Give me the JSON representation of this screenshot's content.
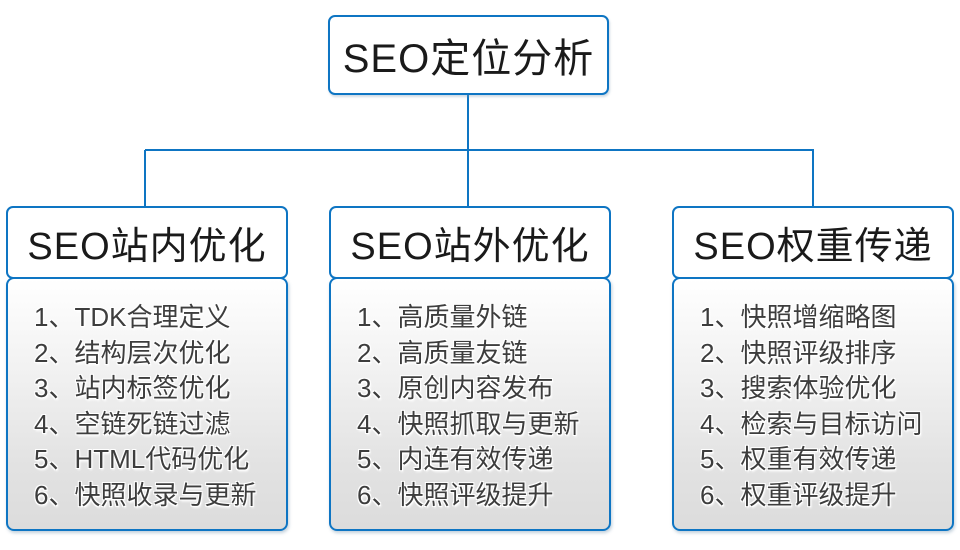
{
  "diagram": {
    "title": "SEO定位分析",
    "colors": {
      "border_blue": "#0e75c3",
      "connector_blue": "#0e75c3",
      "list_gradient_top": "#ffffff",
      "list_gradient_bottom": "#dcdcdc",
      "header_text": "#1a1a1a",
      "list_text": "#3d3d3d"
    },
    "root": {
      "label": "SEO定位分析"
    },
    "columns": [
      {
        "title": "SEO站内优化",
        "items": [
          "1、TDK合理定义",
          "2、结构层次优化",
          "3、站内标签优化",
          "4、空链死链过滤",
          "5、HTML代码优化",
          "6、快照收录与更新"
        ]
      },
      {
        "title": "SEO站外优化",
        "items": [
          "1、高质量外链",
          "2、高质量友链",
          "3、原创内容发布",
          "4、快照抓取与更新",
          "5、内连有效传递",
          "6、快照评级提升"
        ]
      },
      {
        "title": "SEO权重传递",
        "items": [
          "1、快照增缩略图",
          "2、快照评级排序",
          "3、搜索体验优化",
          "4、检索与目标访问",
          "5、权重有效传递",
          "6、权重评级提升"
        ]
      }
    ]
  }
}
